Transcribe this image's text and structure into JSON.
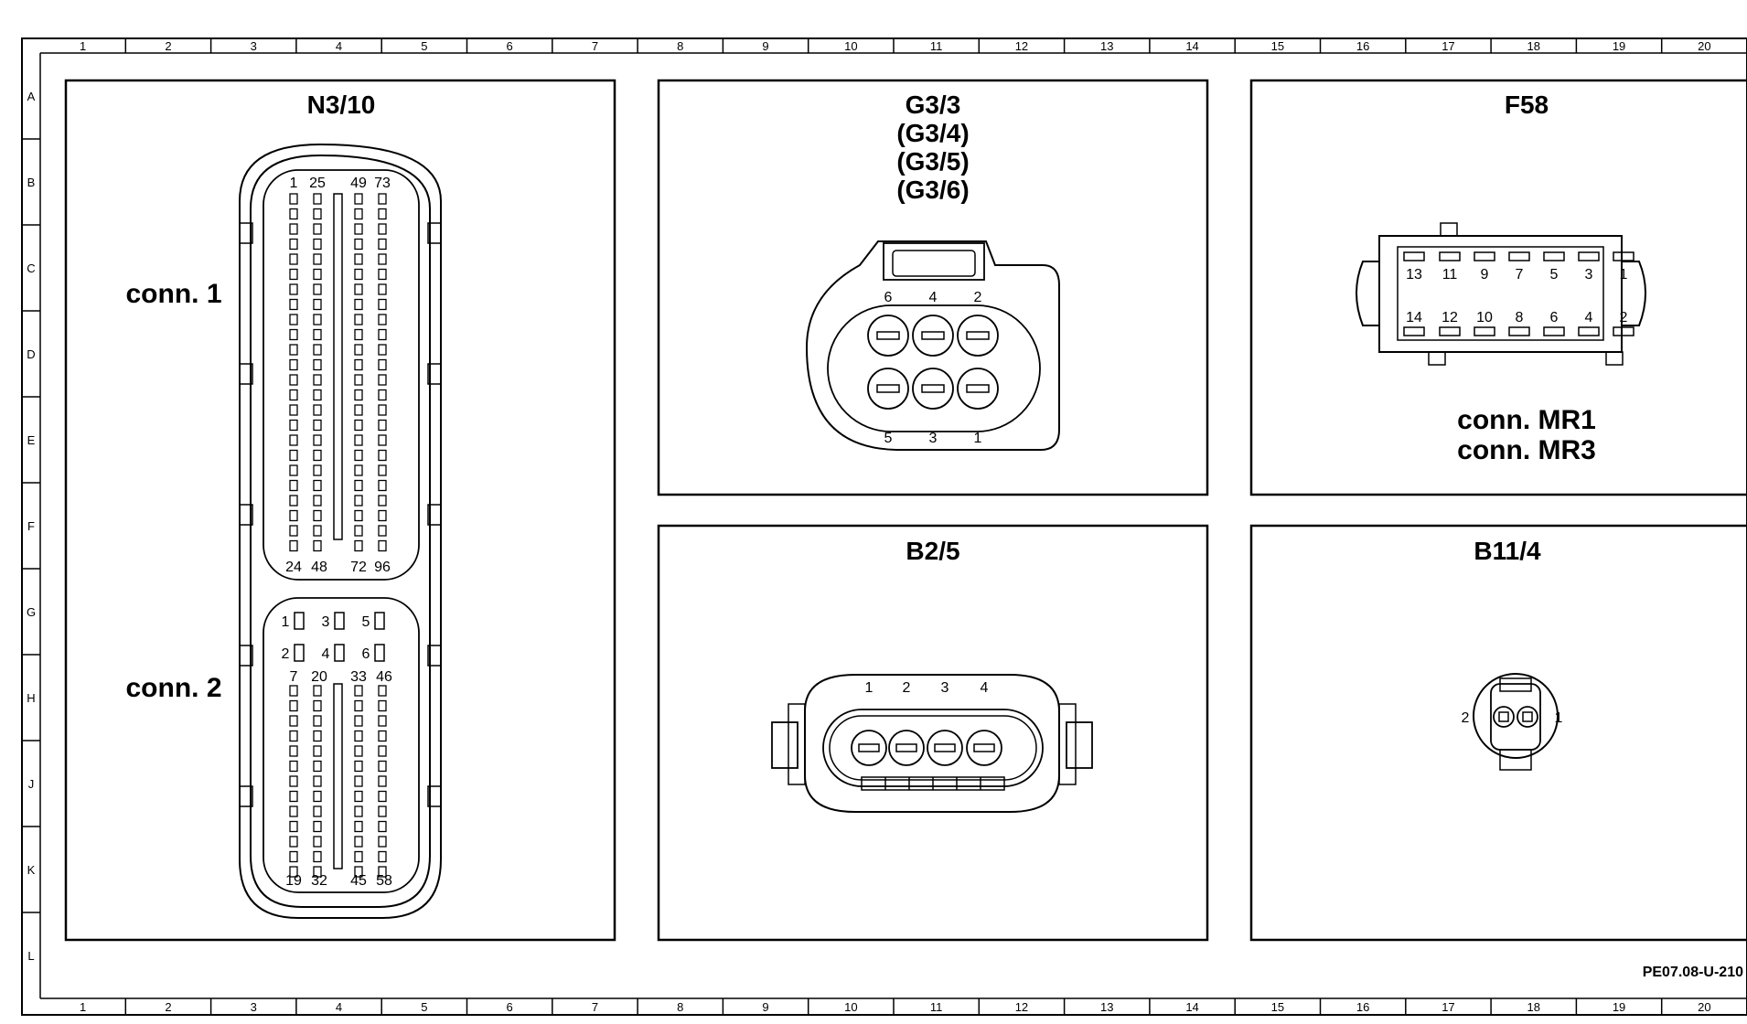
{
  "ruler": {
    "columns": [
      "1",
      "2",
      "3",
      "4",
      "5",
      "6",
      "7",
      "8",
      "9",
      "10",
      "11",
      "12",
      "13",
      "14",
      "15",
      "16",
      "17",
      "18",
      "19",
      "20"
    ],
    "rows": [
      "A",
      "B",
      "C",
      "D",
      "E",
      "F",
      "G",
      "H",
      "J",
      "K",
      "L"
    ]
  },
  "panels": {
    "n3_10": {
      "title": "N3/10",
      "conn1_label": "conn. 1",
      "conn2_label": "conn. 2",
      "conn1_top": [
        "1",
        "25",
        "49",
        "73"
      ],
      "conn1_bottom": [
        "24",
        "48",
        "72",
        "96"
      ],
      "conn2_small": [
        "1",
        "3",
        "5",
        "2",
        "4",
        "6"
      ],
      "conn2_top": [
        "7",
        "20",
        "33",
        "46"
      ],
      "conn2_bottom": [
        "19",
        "32",
        "45",
        "58"
      ]
    },
    "g3_3": {
      "title_lines": [
        "G3/3",
        "(G3/4)",
        "(G3/5)",
        "(G3/6)"
      ],
      "top_pins": [
        "6",
        "4",
        "2"
      ],
      "bottom_pins": [
        "5",
        "3",
        "1"
      ]
    },
    "f58": {
      "title": "F58",
      "top_pins": [
        "13",
        "11",
        "9",
        "7",
        "5",
        "3",
        "1"
      ],
      "bottom_pins": [
        "14",
        "12",
        "10",
        "8",
        "6",
        "4",
        "2"
      ],
      "label_lines": [
        "conn. MR1",
        "conn. MR3"
      ]
    },
    "b2_5": {
      "title": "B2/5",
      "pins": [
        "1",
        "2",
        "3",
        "4"
      ]
    },
    "b11_4": {
      "title": "B11/4",
      "pins": [
        "2",
        "1"
      ]
    }
  },
  "reference": "PE07.08-U-210"
}
